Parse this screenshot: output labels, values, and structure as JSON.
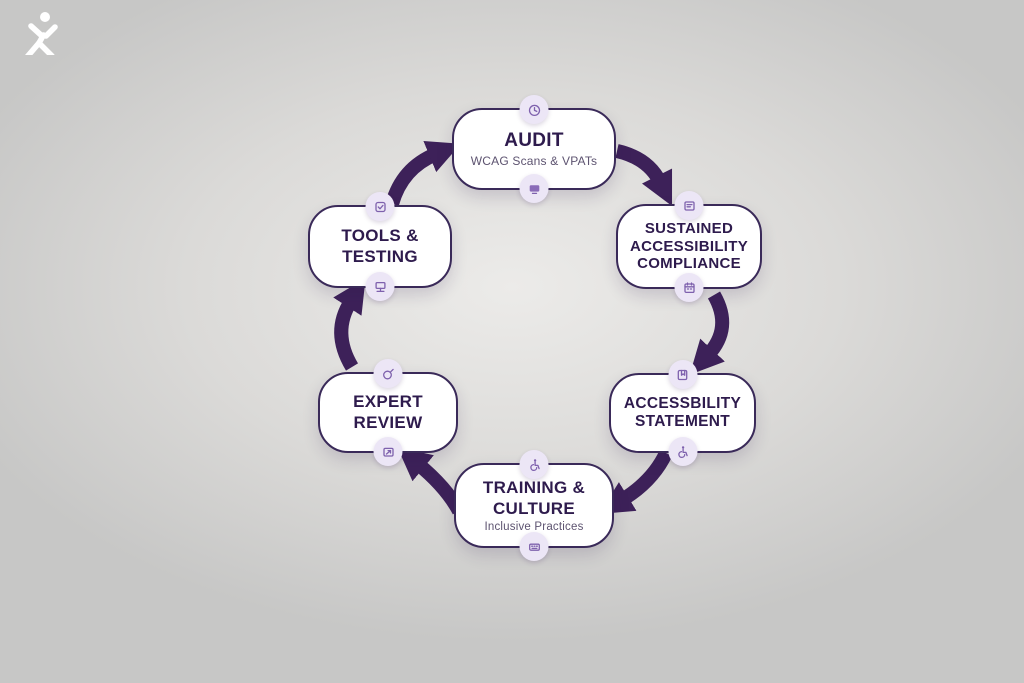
{
  "colors": {
    "arrow": "#3d2159",
    "border": "#3a2a59",
    "title": "#2e1b4d",
    "subtitle": "#5d5370",
    "badge_bg": "#ece6f6",
    "badge_icon": "#7e61ad",
    "background_inner": "#ecebe9",
    "background_mid": "#dbdad8",
    "background_outer": "#c7c7c6",
    "logo": "#ffffff"
  },
  "logo": {
    "name": "jumping-person-accessibility-logo"
  },
  "diagram": {
    "type": "cycle",
    "direction": "clockwise",
    "nodes": [
      {
        "id": "audit",
        "title": "AUDIT",
        "subtitle": "WCAG Scans & VPATs",
        "top_icon": "clock-icon",
        "bottom_icon": "monitor-icon"
      },
      {
        "id": "sustained",
        "title": "SUSTAINED\nACCESSIBILITY\nCOMPLIANCE",
        "subtitle": "",
        "top_icon": "document-icon",
        "bottom_icon": "calendar-icon"
      },
      {
        "id": "accessbility",
        "title": "ACCESSBILITY\nSTATEMENT",
        "subtitle": "",
        "top_icon": "bookmark-icon",
        "bottom_icon": "wheelchair-icon"
      },
      {
        "id": "training",
        "title": "TRAINING &\nCULTURE",
        "subtitle": "Inclusive Practices",
        "top_icon": "wheelchair-icon",
        "bottom_icon": "keyboard-icon"
      },
      {
        "id": "expert",
        "title": "EXPERT\nREVIEW",
        "subtitle": "",
        "top_icon": "magnifier-icon",
        "bottom_icon": "card-export-icon"
      },
      {
        "id": "tools",
        "title": "TOOLS &\nTESTING",
        "subtitle": "",
        "top_icon": "checklist-icon",
        "bottom_icon": "computer-icon"
      }
    ],
    "edges": [
      {
        "from": "tools",
        "to": "audit"
      },
      {
        "from": "audit",
        "to": "sustained"
      },
      {
        "from": "sustained",
        "to": "accessbility"
      },
      {
        "from": "accessbility",
        "to": "training"
      },
      {
        "from": "training",
        "to": "expert"
      },
      {
        "from": "expert",
        "to": "tools"
      }
    ]
  }
}
